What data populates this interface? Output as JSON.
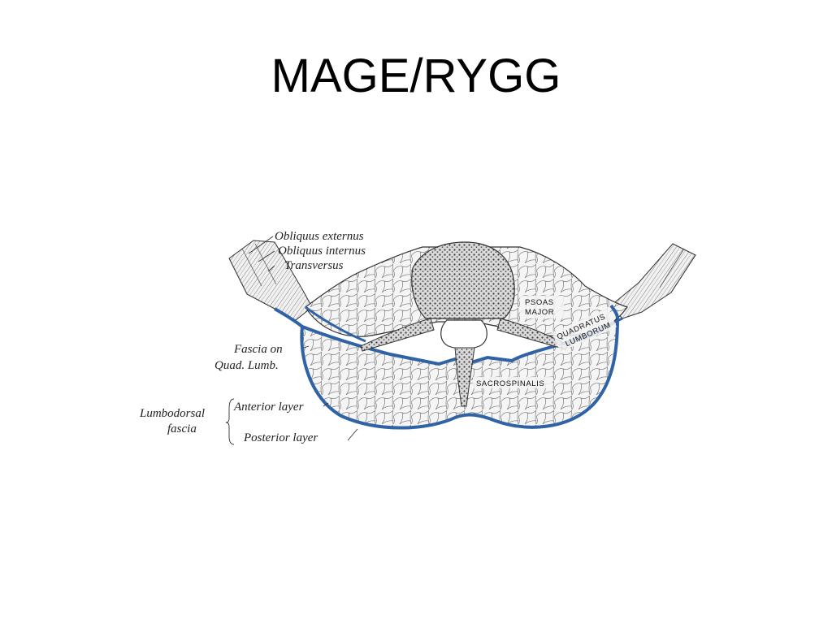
{
  "slide": {
    "title": "MAGE/RYGG"
  },
  "diagram": {
    "labels": {
      "obliquus_externus": "Obliquus externus",
      "obliquus_internus": "Obliquus internus",
      "transversus": "Transversus",
      "fascia_line1": "Fascia on",
      "fascia_line2": "Quad. Lumb.",
      "lumbodorsal_line1": "Lumbodorsal",
      "lumbodorsal_line2": "fascia",
      "anterior_layer": "Anterior layer",
      "posterior_layer": "Posterior layer",
      "psoas_line1": "PSOAS",
      "psoas_line2": "MAJOR",
      "quadratus_line1": "QUADRATUS",
      "quadratus_line2": "LUMBORUM",
      "sacrospinalis": "SACROSPINALIS"
    },
    "colors": {
      "fascia": "#2f63a6",
      "muscle_fill": "#f4f4f4",
      "muscle_texture": "#6e6e6e",
      "bone": "#555555",
      "outline": "#333333"
    }
  }
}
